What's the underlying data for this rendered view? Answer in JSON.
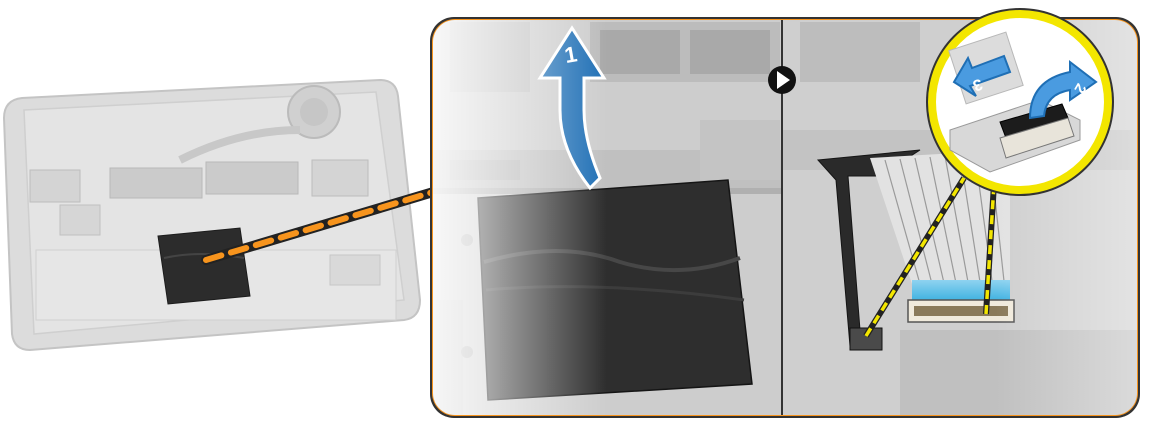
{
  "diagram": {
    "steps": [
      {
        "label": "1",
        "action": "peel-off-tape"
      },
      {
        "label": "2",
        "action": "lift-latch"
      },
      {
        "label": "3",
        "action": "disconnect-cable"
      }
    ],
    "colors": {
      "frame_orange": "#f7941d",
      "arrow_blue": "#1f6fb5",
      "arrow_blue_light": "#4a9be0",
      "callout_yellow": "#f3e600",
      "tape_black": "#2a2a2a",
      "laptop_gray": "#d8d8d8",
      "panel_bg": "#cfd0d0",
      "divider": "#333333"
    },
    "icons": [
      "next-step-icon"
    ]
  }
}
